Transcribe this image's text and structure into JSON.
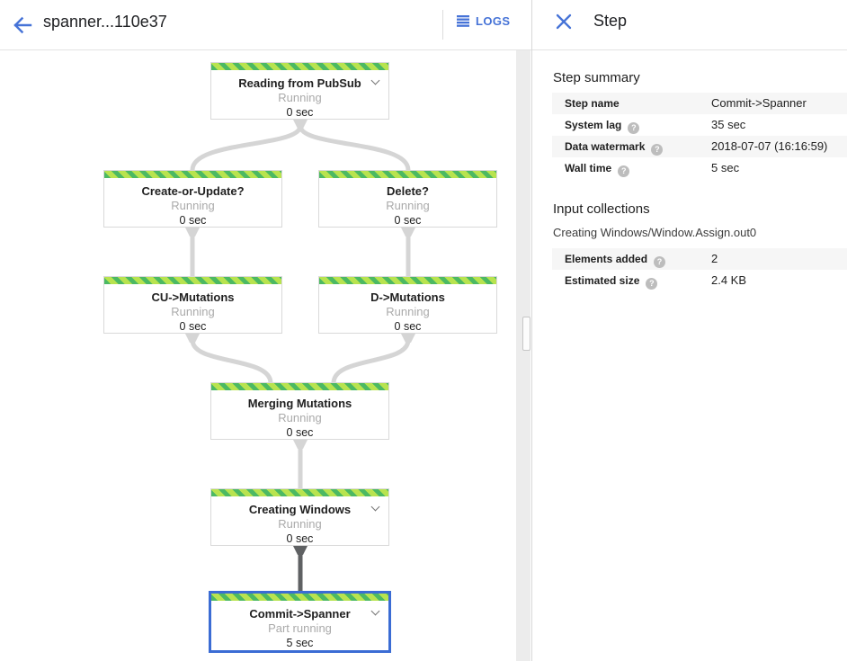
{
  "header": {
    "title": "spanner...110e37",
    "logs_label": "LOGS"
  },
  "icons": {
    "help_glyph": "?"
  },
  "colors": {
    "accent_blue": "#4673d7",
    "selection_blue": "#3b6cd4",
    "stripe_light_green": "#b8e34f",
    "stripe_dark_green": "#4cb963",
    "edge_gray": "#d5d5d5",
    "edge_dark": "#5f6163",
    "row_shade": "#f6f6f6"
  },
  "panel": {
    "title": "Step",
    "summary": {
      "heading": "Step summary",
      "rows": [
        {
          "label": "Step name",
          "value": "Commit->Spanner"
        },
        {
          "label": "System lag",
          "value": "35 sec"
        },
        {
          "label": "Data watermark",
          "value": "2018-07-07 (16:16:59)"
        },
        {
          "label": "Wall time",
          "value": "5 sec"
        }
      ]
    },
    "input_collections": {
      "heading": "Input collections",
      "collection_name": "Creating Windows/Window.Assign.out0",
      "rows": [
        {
          "label": "Elements added",
          "value": "2"
        },
        {
          "label": "Estimated size",
          "value": "2.4 KB"
        }
      ]
    }
  },
  "graph": {
    "nodes": [
      {
        "title": "Reading from PubSub",
        "status": "Running",
        "time": "0 sec",
        "expandable": true,
        "selected": false
      },
      {
        "title": "Create-or-Update?",
        "status": "Running",
        "time": "0 sec",
        "expandable": false,
        "selected": false
      },
      {
        "title": "Delete?",
        "status": "Running",
        "time": "0 sec",
        "expandable": false,
        "selected": false
      },
      {
        "title": "CU->Mutations",
        "status": "Running",
        "time": "0 sec",
        "expandable": false,
        "selected": false
      },
      {
        "title": "D->Mutations",
        "status": "Running",
        "time": "0 sec",
        "expandable": false,
        "selected": false
      },
      {
        "title": "Merging Mutations",
        "status": "Running",
        "time": "0 sec",
        "expandable": false,
        "selected": false
      },
      {
        "title": "Creating Windows",
        "status": "Running",
        "time": "0 sec",
        "expandable": true,
        "selected": false
      },
      {
        "title": "Commit->Spanner",
        "status": "Part running",
        "time": "5 sec",
        "expandable": true,
        "selected": true
      }
    ],
    "edges": [
      {
        "from": "Reading from PubSub",
        "to": "Create-or-Update?"
      },
      {
        "from": "Reading from PubSub",
        "to": "Delete?"
      },
      {
        "from": "Create-or-Update?",
        "to": "CU->Mutations"
      },
      {
        "from": "Delete?",
        "to": "D->Mutations"
      },
      {
        "from": "CU->Mutations",
        "to": "Merging Mutations"
      },
      {
        "from": "D->Mutations",
        "to": "Merging Mutations"
      },
      {
        "from": "Merging Mutations",
        "to": "Creating Windows"
      },
      {
        "from": "Creating Windows",
        "to": "Commit->Spanner",
        "highlighted": true
      }
    ]
  }
}
